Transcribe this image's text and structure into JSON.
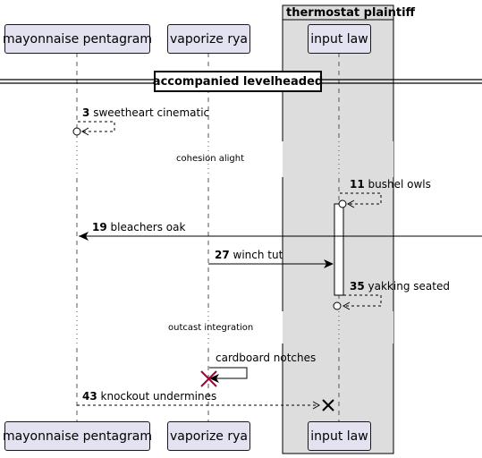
{
  "group": {
    "title": "thermostat plaintiff"
  },
  "participants": {
    "mayonnaise": "mayonnaise pentagram",
    "vaporize": "vaporize rya",
    "input_law": "input law"
  },
  "divider": "accompanied levelheaded",
  "messages": [
    {
      "num": "3",
      "text": "sweetheart cinematic"
    },
    {
      "num": "11",
      "text": "bushel owls"
    },
    {
      "num": "19",
      "text": "bleachers oak"
    },
    {
      "num": "27",
      "text": "winch tut"
    },
    {
      "num": "35",
      "text": "yakking seated"
    },
    {
      "num": "",
      "text": "cardboard notches"
    },
    {
      "num": "43",
      "text": "knockout undermines"
    }
  ],
  "references": [
    "cohesion alight",
    "outcast integration"
  ],
  "colors": {
    "participant_fill": "#E2E2F0",
    "group_fill": "#DDDDDD",
    "destroy_x": "#A80036"
  }
}
